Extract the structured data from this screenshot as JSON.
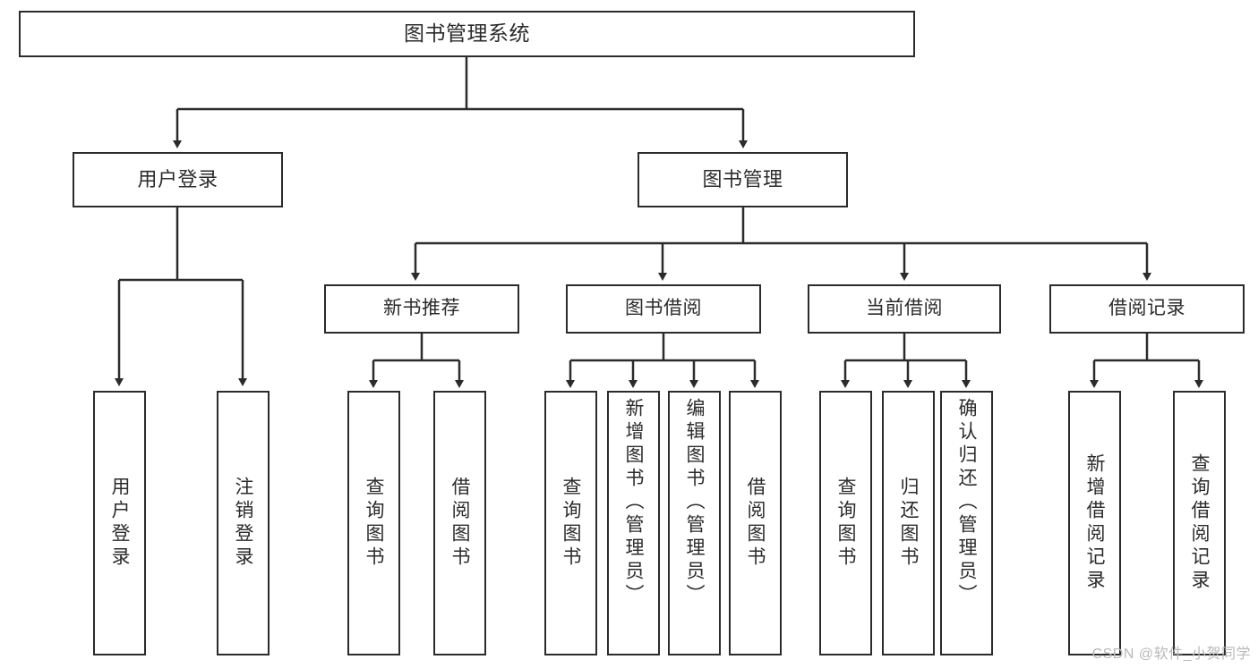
{
  "diagram": {
    "title": "图书管理系统",
    "type": "tree",
    "colors": {
      "stroke": "#2b2b2b",
      "fill": "#ffffff",
      "text": "#2b2b2b",
      "watermark": "#b9b9b9"
    }
  },
  "root": {
    "label": "图书管理系统"
  },
  "level2": [
    {
      "label": "用户登录"
    },
    {
      "label": "图书管理"
    }
  ],
  "level3": [
    {
      "label": "新书推荐"
    },
    {
      "label": "图书借阅"
    },
    {
      "label": "当前借阅"
    },
    {
      "label": "借阅记录"
    }
  ],
  "leaves": {
    "user_login": [
      {
        "label": "用户登录"
      },
      {
        "label": "注销登录"
      }
    ],
    "new_book": [
      {
        "label": "查询图书"
      },
      {
        "label": "借阅图书"
      }
    ],
    "borrow_book": [
      {
        "label": "查询图书"
      },
      {
        "label": "新增图书（管理员）"
      },
      {
        "label": "编辑图书（管理员）"
      },
      {
        "label": "借阅图书"
      }
    ],
    "current_borrow": [
      {
        "label": "查询图书"
      },
      {
        "label": "归还图书"
      },
      {
        "label": "确认归还（管理员）"
      }
    ],
    "borrow_record": [
      {
        "label": "新增借阅记录"
      },
      {
        "label": "查询借阅记录"
      }
    ]
  },
  "watermark": {
    "text": "CSDN @软件_小贺同学"
  }
}
